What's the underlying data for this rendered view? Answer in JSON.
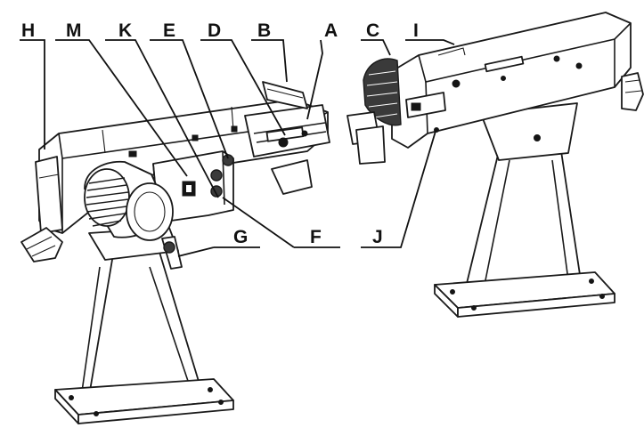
{
  "labels": {
    "H": "H",
    "M": "M",
    "K": "K",
    "E": "E",
    "D": "D",
    "B": "B",
    "A": "A",
    "C": "C",
    "I": "I",
    "F": "F",
    "G": "G",
    "J": "J"
  }
}
